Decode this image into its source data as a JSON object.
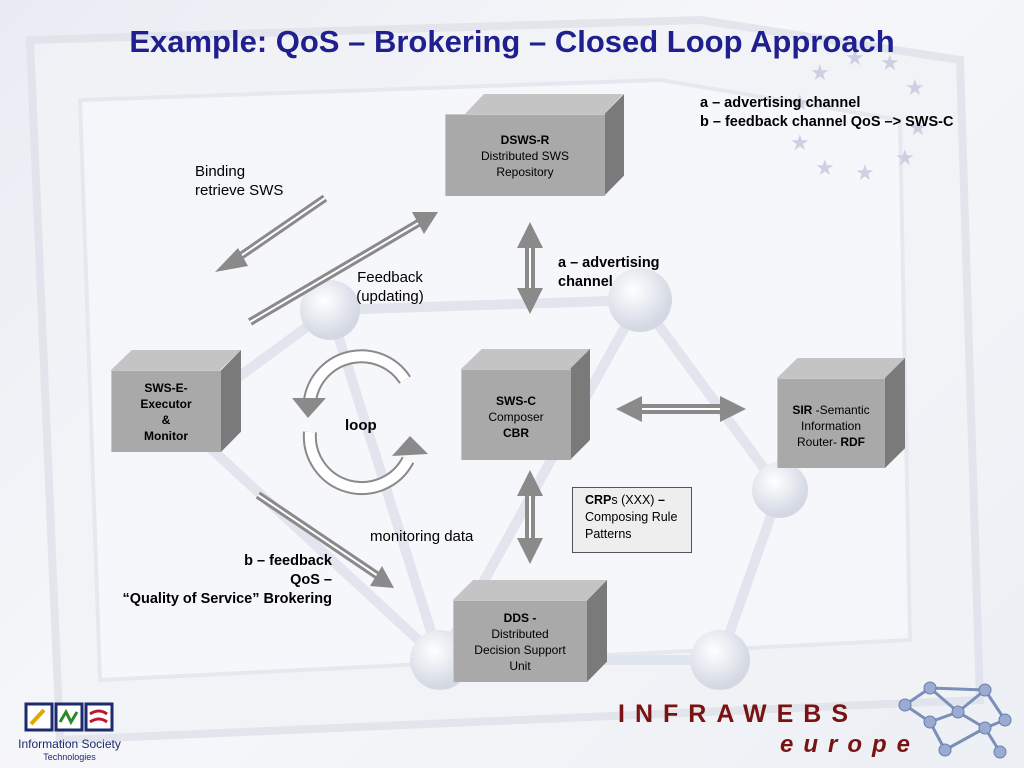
{
  "title": "Example: QoS – Brokering – Closed Loop Approach",
  "legend": {
    "line_a": "a – advertising channel",
    "line_b": "b – feedback channel QoS –> SWS-C"
  },
  "labels": {
    "binding_line1": "Binding",
    "binding_line2": "retrieve SWS",
    "feedback_line1": "Feedback",
    "feedback_line2": "(updating)",
    "advertising_line1": "a – advertising",
    "advertising_line2": "channel",
    "loop": "loop",
    "monitoring": "monitoring data",
    "bfeedback_line1": "b – feedback",
    "bfeedback_line2": "QoS –",
    "bfeedback_line3": "“Quality of Service” Brokering"
  },
  "nodes": {
    "dsws": {
      "name": "DSWS-R",
      "line1": "Distributed SWS",
      "line2": "Repository"
    },
    "swse": {
      "line1": "SWS-E-",
      "line2": "Executor",
      "line3": "&",
      "line4": "Monitor"
    },
    "swsc": {
      "name": "SWS-C",
      "line1": "Composer",
      "line2": "CBR"
    },
    "sir": {
      "name": "SIR",
      "line1_rest": " -Semantic",
      "line2": "Information",
      "line3": "Router- ",
      "line3_bold": "RDF"
    },
    "dds": {
      "name": "DDS -",
      "line1": "Distributed",
      "line2": "Decision Support",
      "line3": "Unit"
    }
  },
  "crp": {
    "bold": "CRP",
    "rest1": "s (XXX) ",
    "bold2": "–",
    "line2": "Composing Rule",
    "line3": "Patterns"
  },
  "logos": {
    "ist_line1": "Information Society",
    "ist_line2": "Technologies",
    "infrawebs": "INFRAWEBS",
    "europe": "europe"
  },
  "colors": {
    "title": "#1f1f8f",
    "box": "#a9a9a9",
    "arrow": "#8a8a8a",
    "logo": "#7a1212"
  }
}
